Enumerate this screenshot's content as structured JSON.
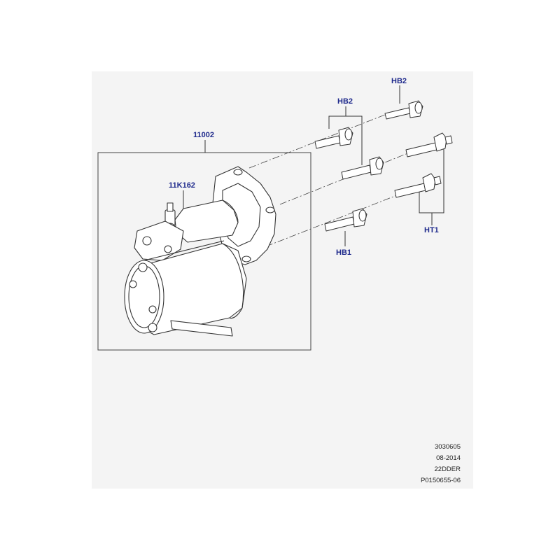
{
  "diagram": {
    "callouts": {
      "hb2_top": "HB2",
      "hb2_mid": "HB2",
      "part_11002": "11002",
      "part_11k162": "11K162",
      "ht1": "HT1",
      "hb1": "HB1"
    },
    "footer": {
      "ref_code": "3030605",
      "date": "08-2014",
      "model_code": "22DDER",
      "image_code": "P0150655-06"
    },
    "colors": {
      "callout_text": "#1f2a8c",
      "line_art": "#333333",
      "background_panel": "#f4f4f4"
    }
  }
}
